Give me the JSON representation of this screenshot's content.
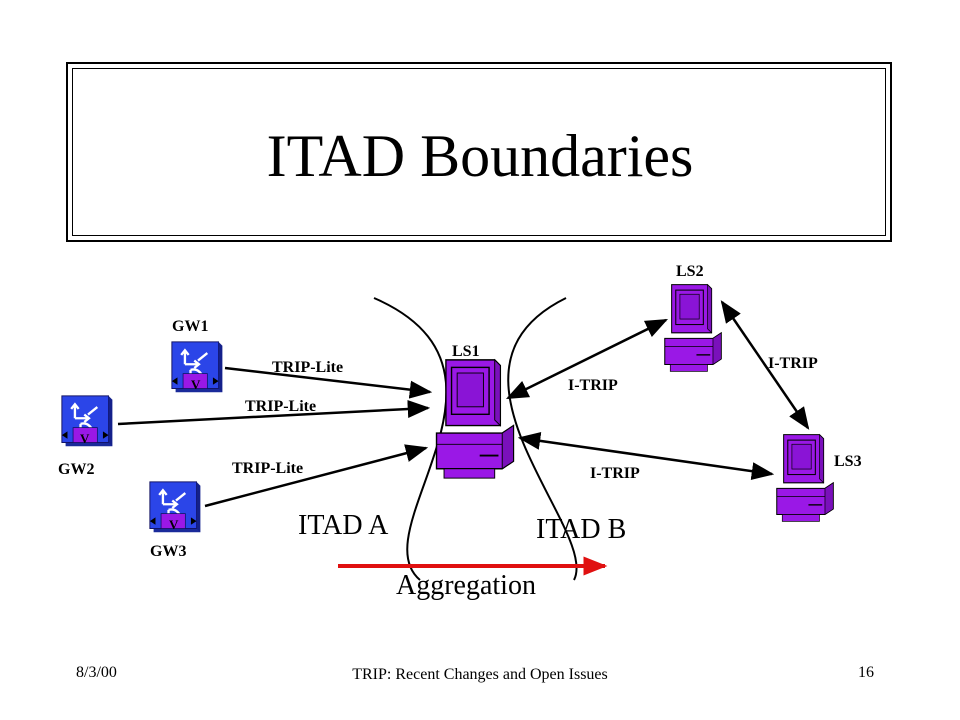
{
  "slide": {
    "title": "ITAD Boundaries",
    "footer": {
      "date": "8/3/00",
      "center": "TRIP: Recent Changes and Open Issues",
      "page": "16"
    }
  },
  "diagram": {
    "nodes": {
      "gw1": "GW1",
      "gw2": "GW2",
      "gw3": "GW3",
      "ls1": "LS1",
      "ls2": "LS2",
      "ls3": "LS3",
      "gateway_badge": "V"
    },
    "edges": {
      "gw1_ls1": "TRIP-Lite",
      "gw2_ls1": "TRIP-Lite",
      "gw3_ls1": "TRIP-Lite",
      "ls1_ls2": "I-TRIP",
      "ls1_ls3": "I-TRIP",
      "ls2_ls3": "I-TRIP"
    },
    "regions": {
      "itad_a": "ITAD A",
      "itad_b": "ITAD B"
    },
    "aggregation_label": "Aggregation",
    "colors": {
      "gateway_blue": "#2b45e8",
      "computer_purple": "#9a18e6",
      "aggregation_red": "#e01010"
    },
    "icons": {
      "gateway": "gateway-icon",
      "server": "computer-workstation-icon"
    }
  }
}
